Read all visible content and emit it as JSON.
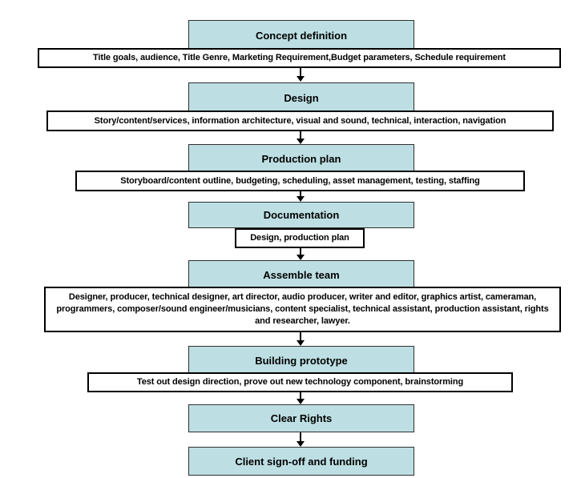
{
  "diagram": {
    "colors": {
      "background": "#ffffff",
      "stage_fill": "#bddfe3",
      "stage_border": "#2f2f2f",
      "detail_fill": "#ffffff",
      "detail_border": "#000000",
      "arrow": "#000000",
      "text": "#000000"
    },
    "stages": [
      {
        "label": "Concept definition",
        "detail": "Title goals, audience, Title Genre, Marketing Requirement,Budget parameters, Schedule requirement"
      },
      {
        "label": "Design",
        "detail": "Story/content/services, information architecture, visual and sound, technical, interaction, navigation"
      },
      {
        "label": "Production plan",
        "detail": "Storyboard/content outline, budgeting, scheduling, asset management, testing, staffing"
      },
      {
        "label": "Documentation",
        "detail": "Design, production plan"
      },
      {
        "label": "Assemble team",
        "detail": "Designer, producer, technical designer, art director, audio producer, writer and editor, graphics artist, cameraman, programmers, composer/sound engineer/musicians, content specialist, technical assistant, production assistant, rights and researcher, lawyer."
      },
      {
        "label": "Building prototype",
        "detail": "Test out design direction, prove out new technology component, brainstorming"
      },
      {
        "label": "Clear Rights"
      },
      {
        "label": "Client sign-off and funding"
      }
    ]
  }
}
